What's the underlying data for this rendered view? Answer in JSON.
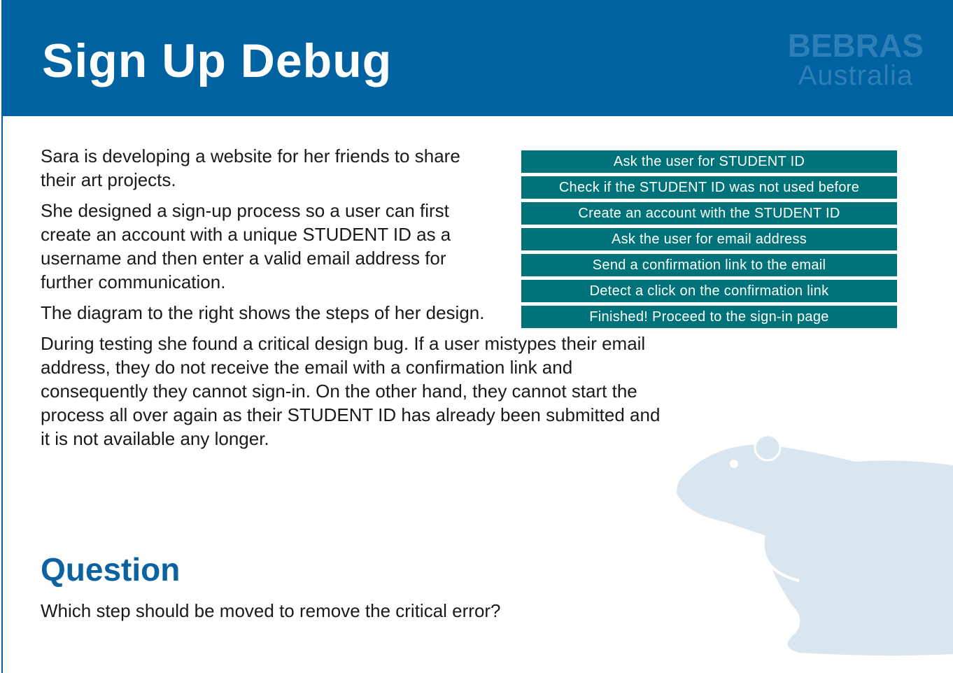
{
  "header": {
    "title": "Sign Up Debug",
    "logo_line1": "BEBRAS",
    "logo_line2": "Australia"
  },
  "body": {
    "p1": "Sara is developing a website for her friends to share their art projects.",
    "p2": "She designed a sign-up process so a user can first create an account with a unique STUDENT ID as a username and then enter a valid email address for further communication.",
    "p3": "The diagram to the right shows the steps of her design.",
    "p4": "During testing she found a critical design bug. If a user mistypes their email address, they do not receive the email with a confirmation link and consequently they cannot sign-in. On the other hand, they cannot start the process all over again as their STUDENT ID has already been submitted and it is not available any longer."
  },
  "steps": [
    "Ask the user for STUDENT ID",
    "Check if the STUDENT ID was not used before",
    "Create an account with the STUDENT ID",
    "Ask the user for email address",
    "Send a confirmation link to the email",
    "Detect a click on the confirmation link",
    "Finished! Proceed to the sign-in page"
  ],
  "question": {
    "heading": "Question",
    "text": "Which step should be moved to remove the critical error?"
  },
  "colors": {
    "header": "#0062a0",
    "step": "#00737a"
  }
}
